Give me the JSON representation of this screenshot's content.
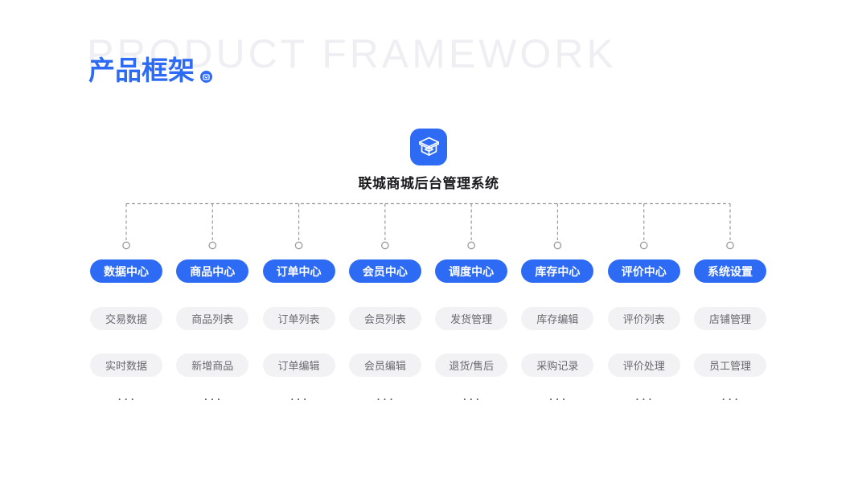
{
  "header": {
    "ghost_title": "PRODUCT FRAMEWORK",
    "title": "产品框架"
  },
  "root": {
    "label": "联城商城后台管理系统",
    "icon": "store-3d-icon"
  },
  "sections": [
    {
      "label": "数据中心",
      "items": [
        "交易数据",
        "实时数据"
      ]
    },
    {
      "label": "商品中心",
      "items": [
        "商品列表",
        "新增商品"
      ]
    },
    {
      "label": "订单中心",
      "items": [
        "订单列表",
        "订单编辑"
      ]
    },
    {
      "label": "会员中心",
      "items": [
        "会员列表",
        "会员编辑"
      ]
    },
    {
      "label": "调度中心",
      "items": [
        "发货管理",
        "退货/售后"
      ]
    },
    {
      "label": "库存中心",
      "items": [
        "库存编辑",
        "采购记录"
      ]
    },
    {
      "label": "评价中心",
      "items": [
        "评价列表",
        "评价处理"
      ]
    },
    {
      "label": "系统设置",
      "items": [
        "店铺管理",
        "员工管理"
      ]
    }
  ],
  "ellipsis": "···",
  "icons": {
    "title_badge": "box-badge-icon",
    "app": "store-3d-icon"
  },
  "colors": {
    "accent": "#2E6BF4",
    "pill_text": "#FFFFFF",
    "ghost_text": "#EFEFF3",
    "sub_pill_bg": "#F2F2F4",
    "sub_pill_text": "#69696F",
    "connector": "#9B9B9F",
    "root_text": "#1B1B1F",
    "dots_text": "#53565C"
  }
}
